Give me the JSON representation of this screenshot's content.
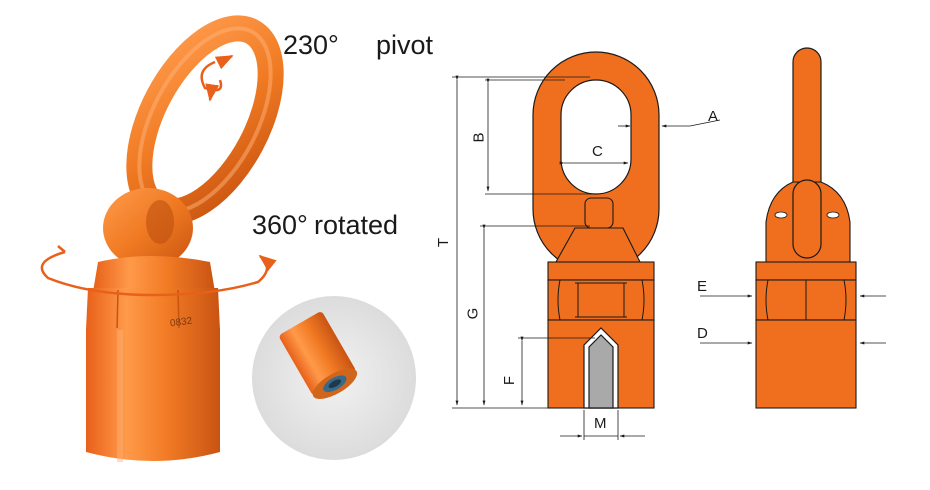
{
  "photo": {
    "pivot_angle": "230°",
    "pivot_word": "pivot",
    "rotate_angle": "360°",
    "rotate_word": "rotated",
    "engraving": "0832"
  },
  "dimensions": {
    "A": "A",
    "B": "B",
    "C": "C",
    "T": "T",
    "G": "G",
    "F": "F",
    "M": "M",
    "E": "E",
    "D": "D"
  },
  "colors": {
    "product_orange": "#f07a22",
    "drawing_orange": "#ef6f1e",
    "outline": "#1a1a1a",
    "thread_grey": "#a9a9a9"
  }
}
